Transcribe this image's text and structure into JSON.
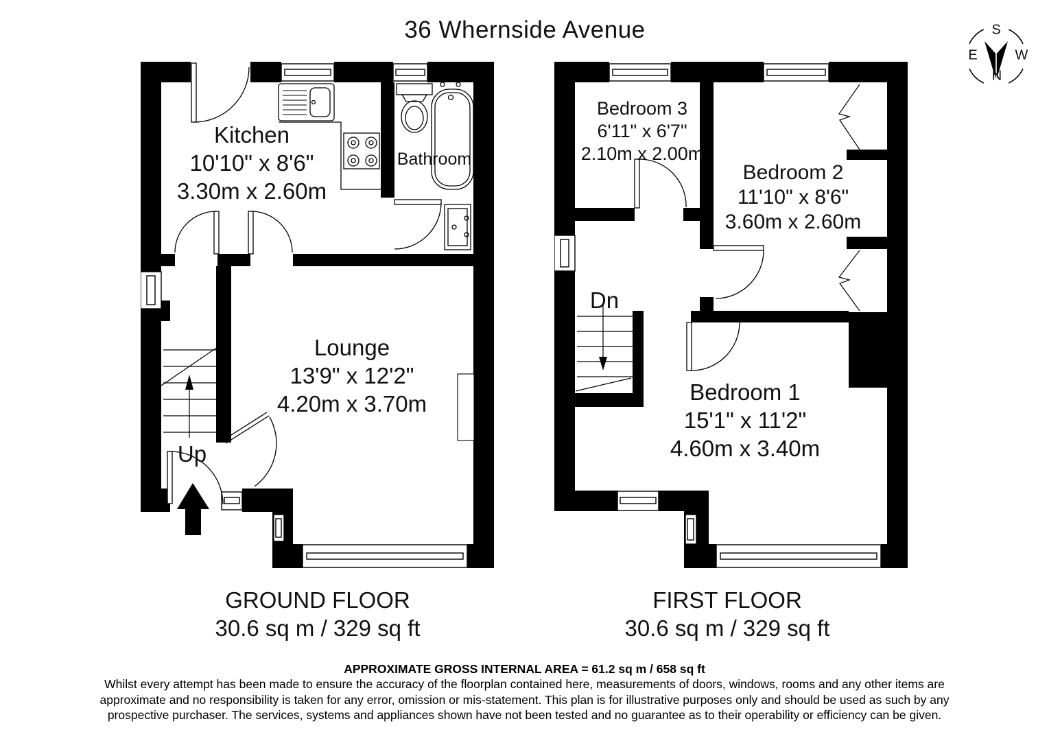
{
  "title": "36 Whernside Avenue",
  "compass": {
    "north": "N",
    "south": "S",
    "east": "E",
    "west": "W"
  },
  "ground_floor": {
    "caption": "GROUND FLOOR",
    "area": "30.6 sq m / 329 sq ft",
    "stairs_label": "Up",
    "rooms": {
      "kitchen": {
        "name": "Kitchen",
        "imperial": "10'10\" x 8'6\"",
        "metric": "3.30m x 2.60m"
      },
      "bathroom": {
        "name": "Bathroom"
      },
      "lounge": {
        "name": "Lounge",
        "imperial": "13'9\" x 12'2\"",
        "metric": "4.20m x 3.70m"
      }
    }
  },
  "first_floor": {
    "caption": "FIRST FLOOR",
    "area": "30.6 sq m / 329 sq ft",
    "stairs_label": "Dn",
    "rooms": {
      "bedroom3": {
        "name": "Bedroom 3",
        "imperial": "6'11\" x 6'7\"",
        "metric": "2.10m x 2.00m"
      },
      "bedroom2": {
        "name": "Bedroom 2",
        "imperial": "11'10\" x 8'6\"",
        "metric": "3.60m x 2.60m"
      },
      "bedroom1": {
        "name": "Bedroom 1",
        "imperial": "15'1\" x 11'2\"",
        "metric": "4.60m x 3.40m"
      }
    }
  },
  "footer": {
    "gross_area": "APPROXIMATE GROSS INTERNAL AREA = 61.2 sq m / 658 sq ft",
    "disclaimer_lines": [
      "Whilst every attempt has been made to ensure the accuracy of the floorplan contained here, measurements of doors, windows, rooms and any other items are",
      "approximate and no responsibility is taken for any error, omission or mis-statement. This plan is for illustrative purposes only and should be used as such by any",
      "prospective purchaser. The services, systems and appliances shown have not been tested and no guarantee as to their operability or efficiency can be given."
    ]
  },
  "colors": {
    "wall": "#000000",
    "background": "#ffffff"
  }
}
